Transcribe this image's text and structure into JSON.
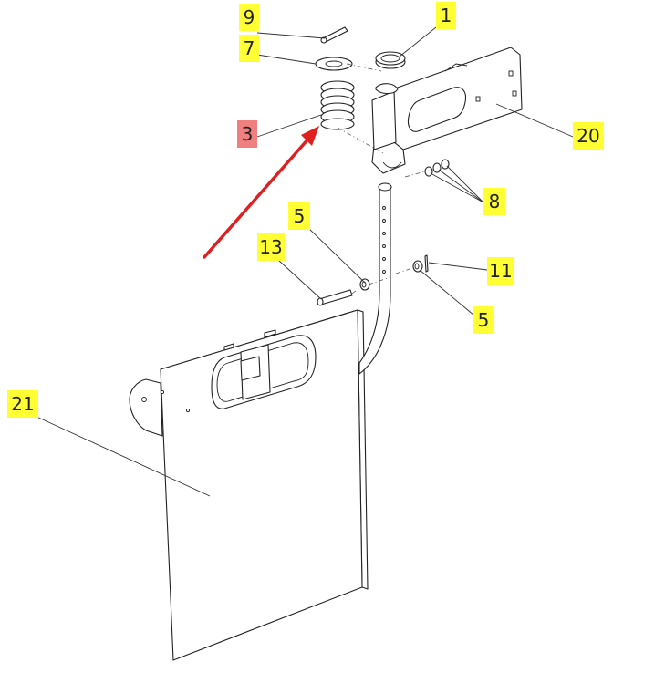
{
  "colors": {
    "callout_yellow": "#ffff33",
    "callout_highlight": "#f08080",
    "arrow_red": "#e02020",
    "line": "#222222"
  },
  "callouts": [
    {
      "id": "c9",
      "label": "9"
    },
    {
      "id": "c1",
      "label": "1"
    },
    {
      "id": "c7",
      "label": "7"
    },
    {
      "id": "c3",
      "label": "3",
      "highlighted": true
    },
    {
      "id": "c20",
      "label": "20"
    },
    {
      "id": "c8",
      "label": "8"
    },
    {
      "id": "c5a",
      "label": "5"
    },
    {
      "id": "c13",
      "label": "13"
    },
    {
      "id": "c11",
      "label": "11"
    },
    {
      "id": "c5b",
      "label": "5"
    },
    {
      "id": "c21",
      "label": "21"
    }
  ]
}
